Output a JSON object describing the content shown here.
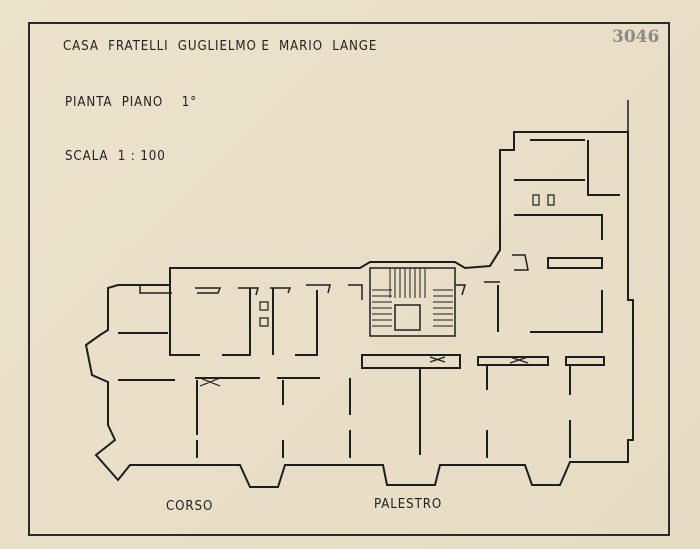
{
  "title": "CASA  FRATELLI  GUGLIELMO E  MARIO  LANGE",
  "subtitle": "PIANTA  PIANO    1°",
  "scale": "SCALA  1 : 100",
  "stamp_number": "3046",
  "side_stamp": "3046",
  "street_labels": [
    "CORSO",
    "PALESTRO"
  ]
}
